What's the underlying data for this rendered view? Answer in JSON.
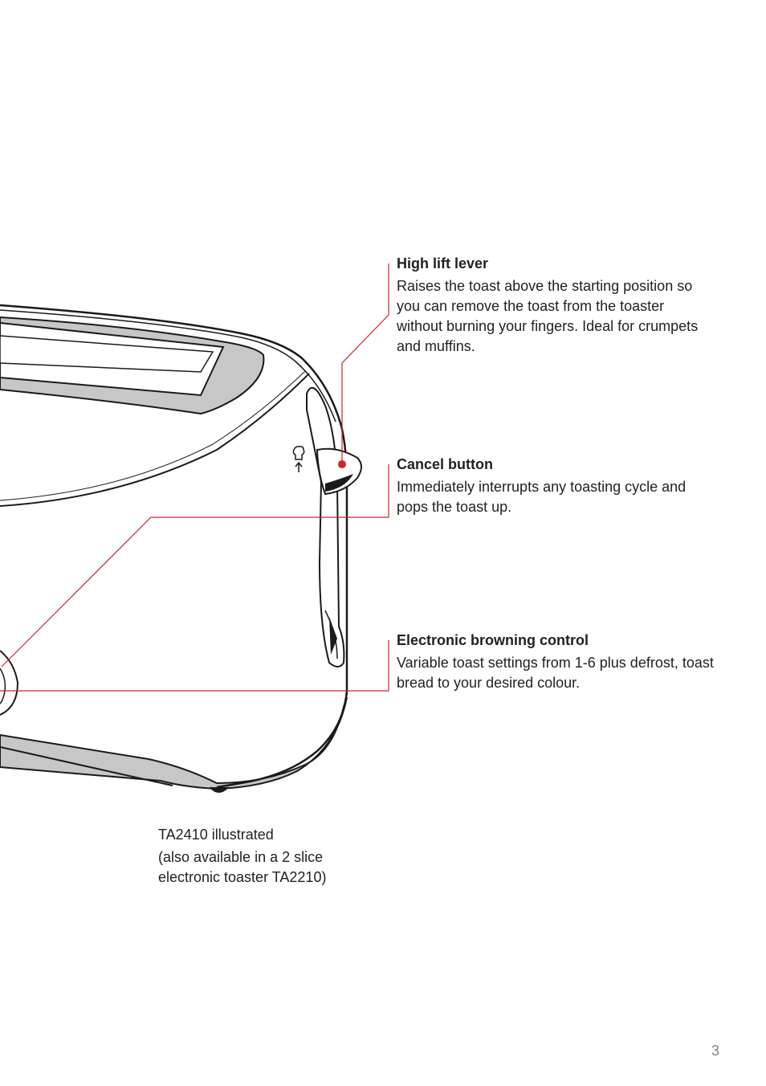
{
  "colors": {
    "leader_line": "#d2232a",
    "outline": "#1a1a1a",
    "shading": "#c7c7c7"
  },
  "callouts": [
    {
      "title": "High lift lever",
      "body": "Raises the toast above the starting position so you can remove the toast from the toaster without burning your fingers. Ideal for crumpets and muffins."
    },
    {
      "title": "Cancel button",
      "body": "Immediately interrupts any toasting cycle and pops the toast up."
    },
    {
      "title": "Electronic browning control",
      "body": "Variable toast settings from 1-6 plus defrost, toast bread to your desired colour."
    }
  ],
  "caption": {
    "model": "TA2410 illustrated",
    "note": "(also available in a 2 slice electronic toaster TA2210)"
  },
  "page_number": "3",
  "icons": [
    "toast-pop-up-icon"
  ]
}
